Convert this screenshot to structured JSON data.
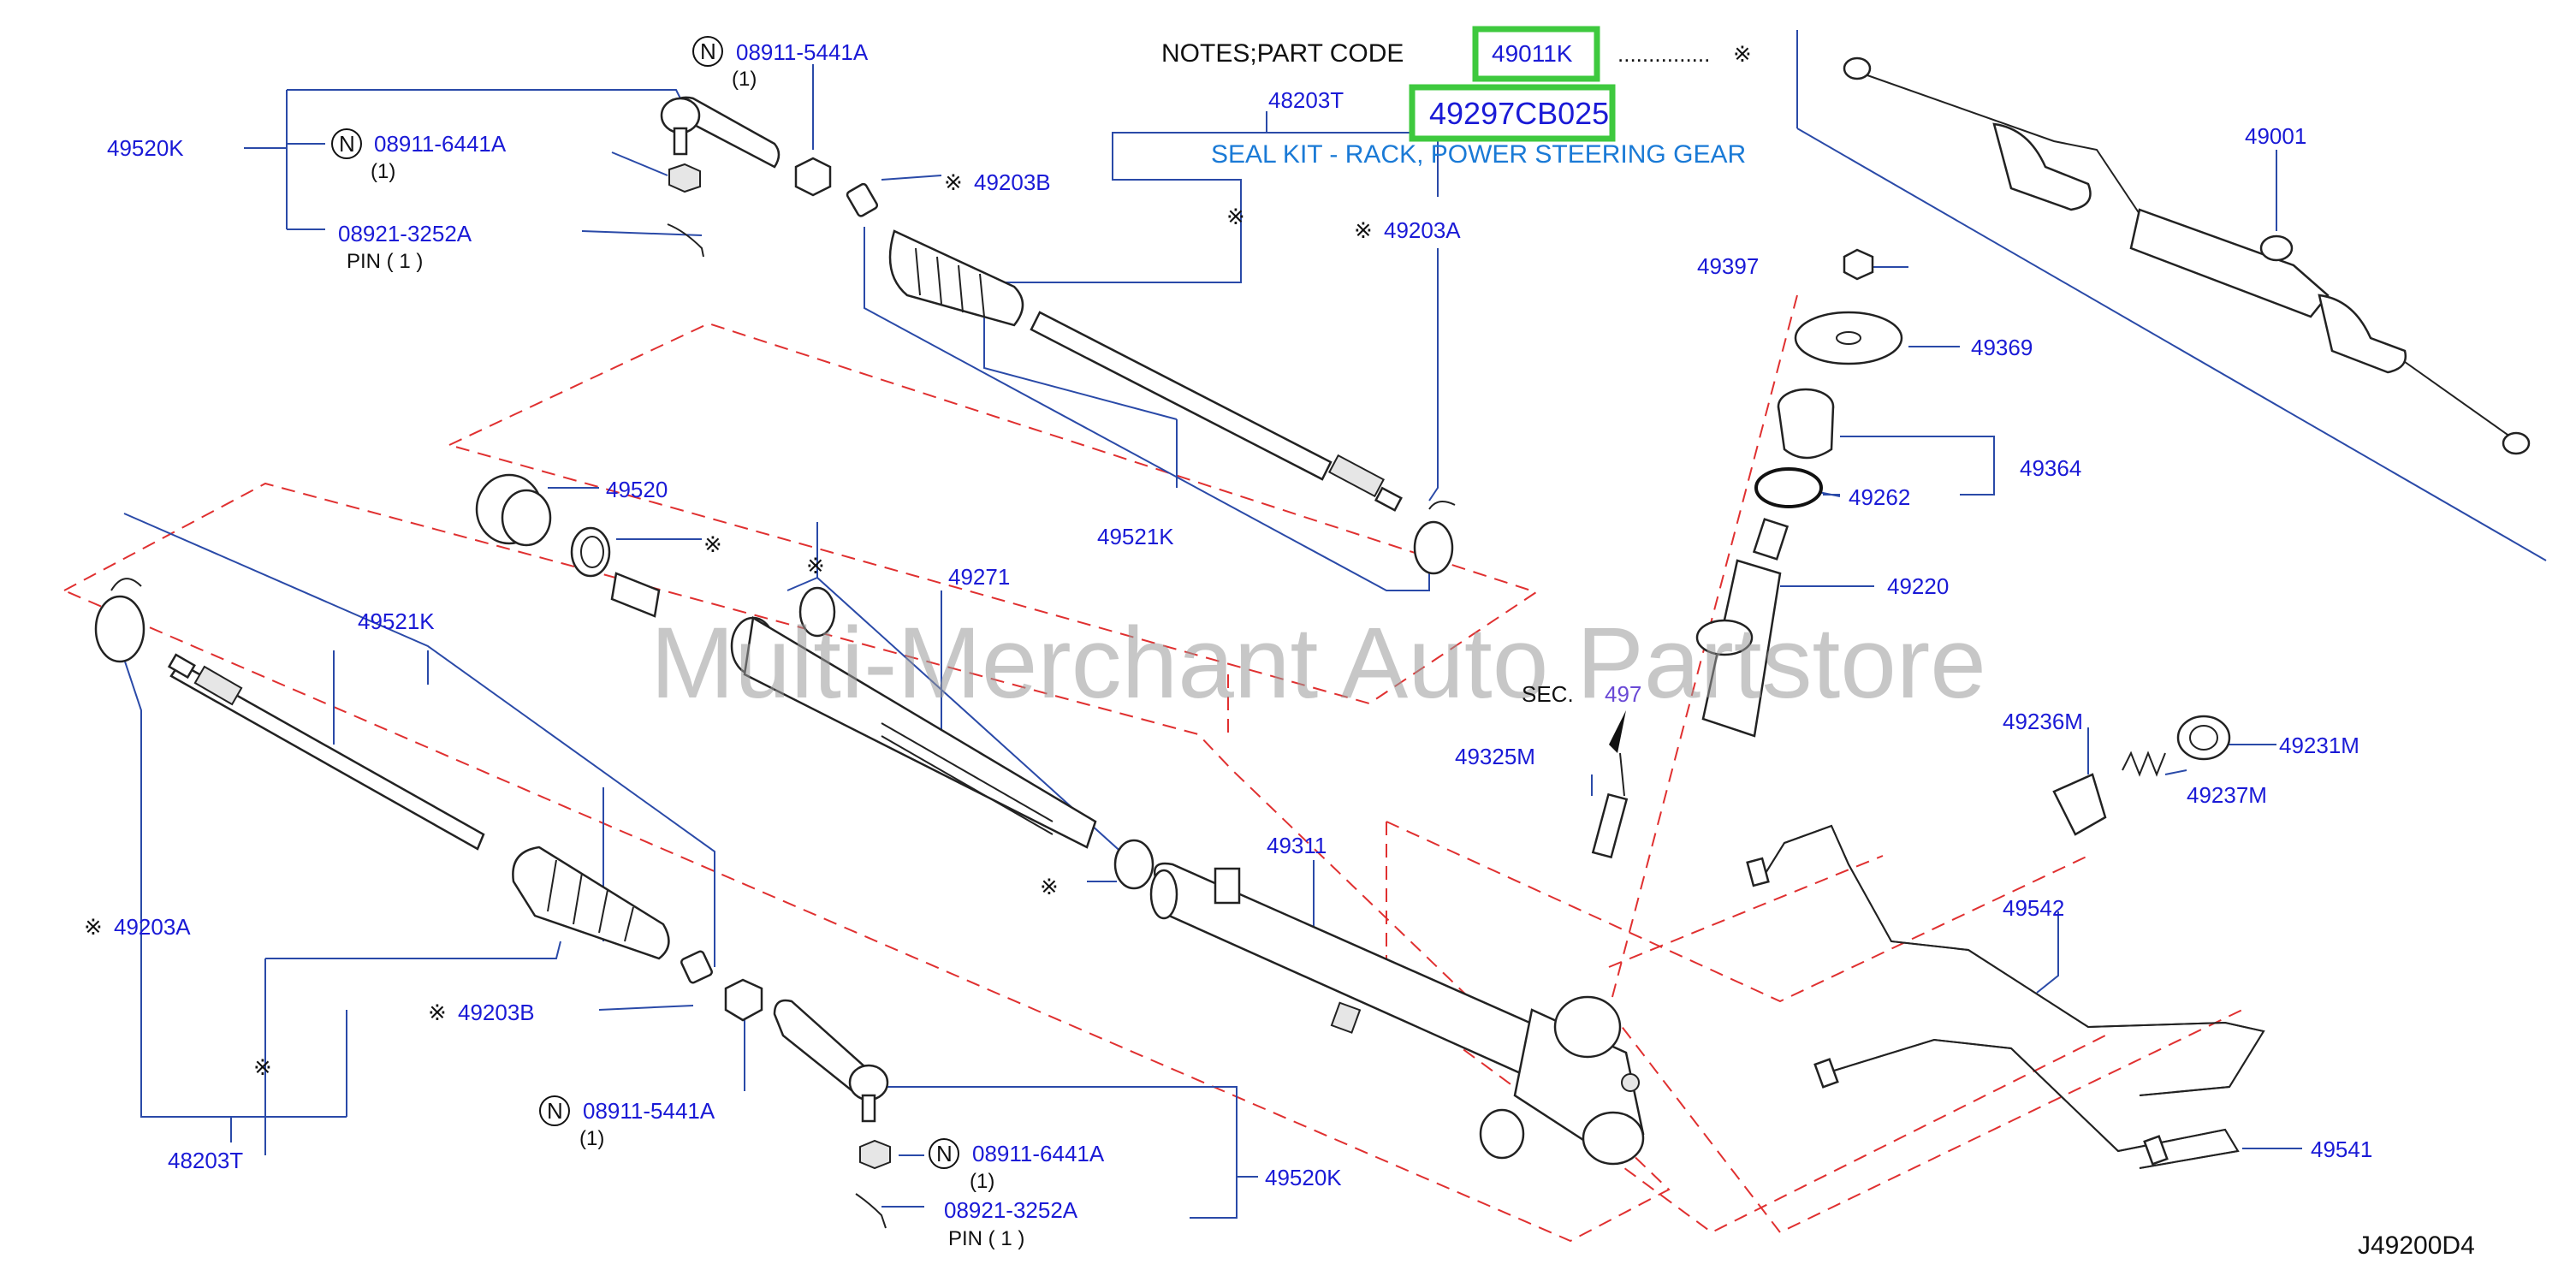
{
  "notes": {
    "label": "NOTES;PART   CODE",
    "code": "49011K",
    "dots": "...............",
    "mark": "※"
  },
  "seal_kit": {
    "part_number": "49297CB025",
    "description": "SEAL KIT - RACK, POWER STEERING GEAR"
  },
  "watermark": "Multi-Merchant Auto Partstore",
  "diagram_code": "J49200D4",
  "section_ref": {
    "label": "SEC.",
    "number": "497"
  },
  "colors": {
    "label_blue": "#1a1ad6",
    "highlight_green": "#3ec93e",
    "leader_blue": "#2a4aa8",
    "dashed_red": "#e03030"
  },
  "labels": {
    "p49520K_top": "49520K",
    "n_08911_5441A_top": "08911-5441A",
    "qty_top_nut": "(1)",
    "n_08911_6441A_top": "08911-6441A",
    "qty_top_nut2": "(1)",
    "p08921_3252A_top": "08921-3252A",
    "pin_top": "PIN  ( 1 )",
    "p48203T_top": "48203T",
    "p49203B_top": "49203B",
    "p49203A_top": "49203A",
    "p49001": "49001",
    "p49397": "49397",
    "p49369": "49369",
    "p49364": "49364",
    "p49262": "49262",
    "p49220": "49220",
    "p49520": "49520",
    "p49271": "49271",
    "p49521K_top": "49521K",
    "p49521K_left": "49521K",
    "p49203A_left": "49203A",
    "p49203B_left": "49203B",
    "p48203T_bottom": "48203T",
    "n_08911_5441A_bottom": "08911-5441A",
    "qty_bottom_nut": "(1)",
    "n_08911_6441A_bottom": "08911-6441A",
    "qty_bottom_nut2": "(1)",
    "p08921_3252A_bottom": "08921-3252A",
    "pin_bottom": "PIN  ( 1 )",
    "p49520K_bottom": "49520K",
    "p49311": "49311",
    "p49325M": "49325M",
    "p49236M": "49236M",
    "p49231M": "49231M",
    "p49237M": "49237M",
    "p49542": "49542",
    "p49541": "49541"
  },
  "symbols": {
    "ref_mark": "※",
    "n_mark": "N"
  }
}
